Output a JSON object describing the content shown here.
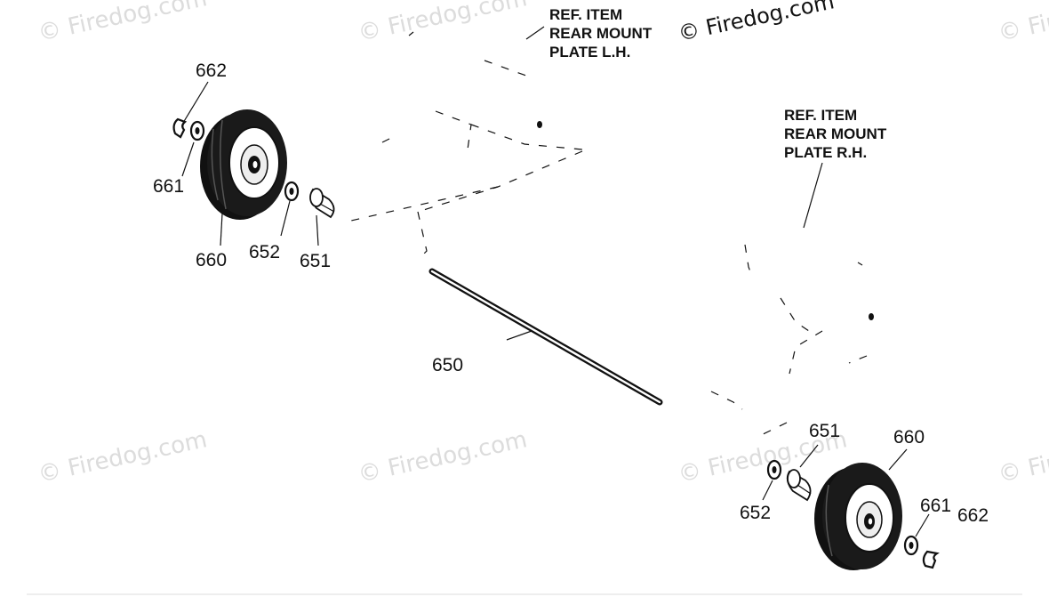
{
  "watermark": "© Firedog.com",
  "labels": {
    "ref_lh": [
      "REF. ITEM",
      "REAR MOUNT",
      "PLATE L.H."
    ],
    "ref_rh": [
      "REF. ITEM",
      "REAR MOUNT",
      "PLATE R.H."
    ]
  },
  "parts": {
    "p650": "650",
    "p651": "651",
    "p652": "652",
    "p660": "660",
    "p661": "661",
    "p662": "662"
  }
}
